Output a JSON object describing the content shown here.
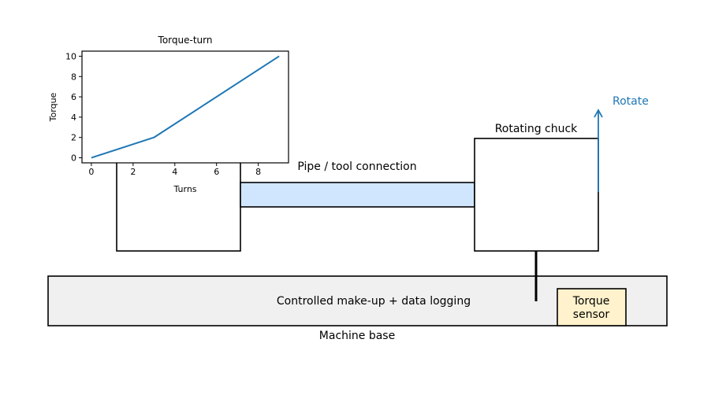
{
  "diagram": {
    "machine_base": {
      "label": "Machine base",
      "inner_text": "Controlled make-up + data logging",
      "fill": "#f0f0f0"
    },
    "torque_sensor": {
      "line1": "Torque",
      "line2": "sensor",
      "fill": "#fff2cc"
    },
    "pipe": {
      "label": "Pipe / tool connection",
      "fill": "#d0e6ff"
    },
    "chuck": {
      "label": "Rotating chuck"
    },
    "rotate": {
      "label": "Rotate",
      "color": "#1f77b4"
    }
  },
  "chart_data": {
    "type": "line",
    "title": "Torque-turn",
    "xlabel": "Turns",
    "ylabel": "Torque",
    "x": [
      0,
      3,
      9
    ],
    "series": [
      {
        "name": "torque",
        "values": [
          0,
          2,
          10
        ],
        "color": "#1f77b4"
      }
    ],
    "xticks": [
      0,
      2,
      4,
      6,
      8
    ],
    "yticks": [
      0,
      2,
      4,
      6,
      8,
      10
    ],
    "xlim": [
      -0.45,
      9.45
    ],
    "ylim": [
      -0.5,
      10.5
    ],
    "grid": false,
    "legend": "none"
  }
}
